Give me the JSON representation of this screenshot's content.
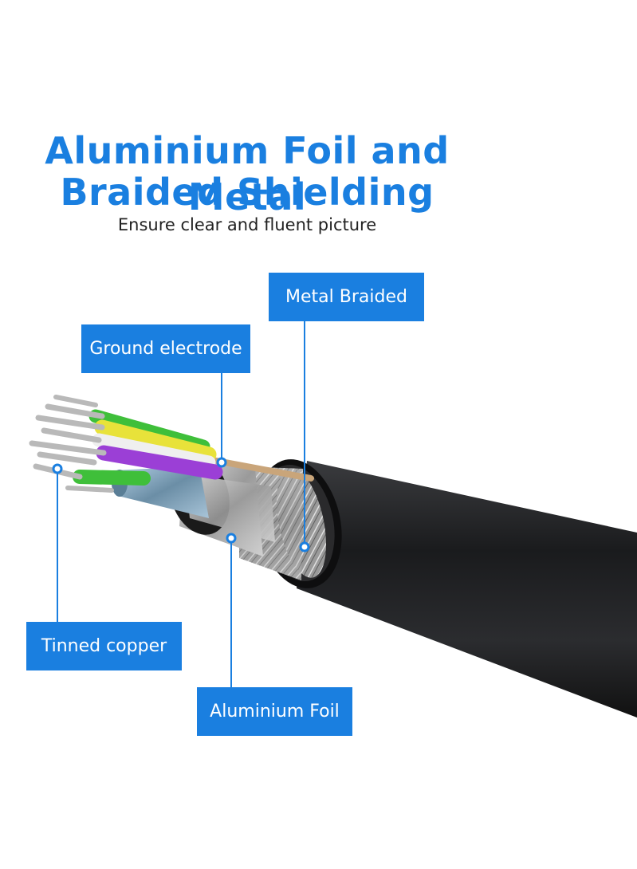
{
  "header": {
    "title_line1": "Aluminium Foil and Metal",
    "title_line2": "Braided Shielding",
    "subtitle": "Ensure clear and fluent picture"
  },
  "labels": {
    "metal_braided": "Metal Braided",
    "ground_electrode": "Ground electrode",
    "tinned_copper": "Tinned copper",
    "aluminium_foil": "Aluminium Foil"
  },
  "colors": {
    "accent": "#1a7fe0",
    "jacket": "#1e1f21",
    "wire_yellow": "#e8e23a",
    "wire_green": "#3fbf3a",
    "wire_purple": "#9b3fd6",
    "wire_white": "#efefef"
  }
}
